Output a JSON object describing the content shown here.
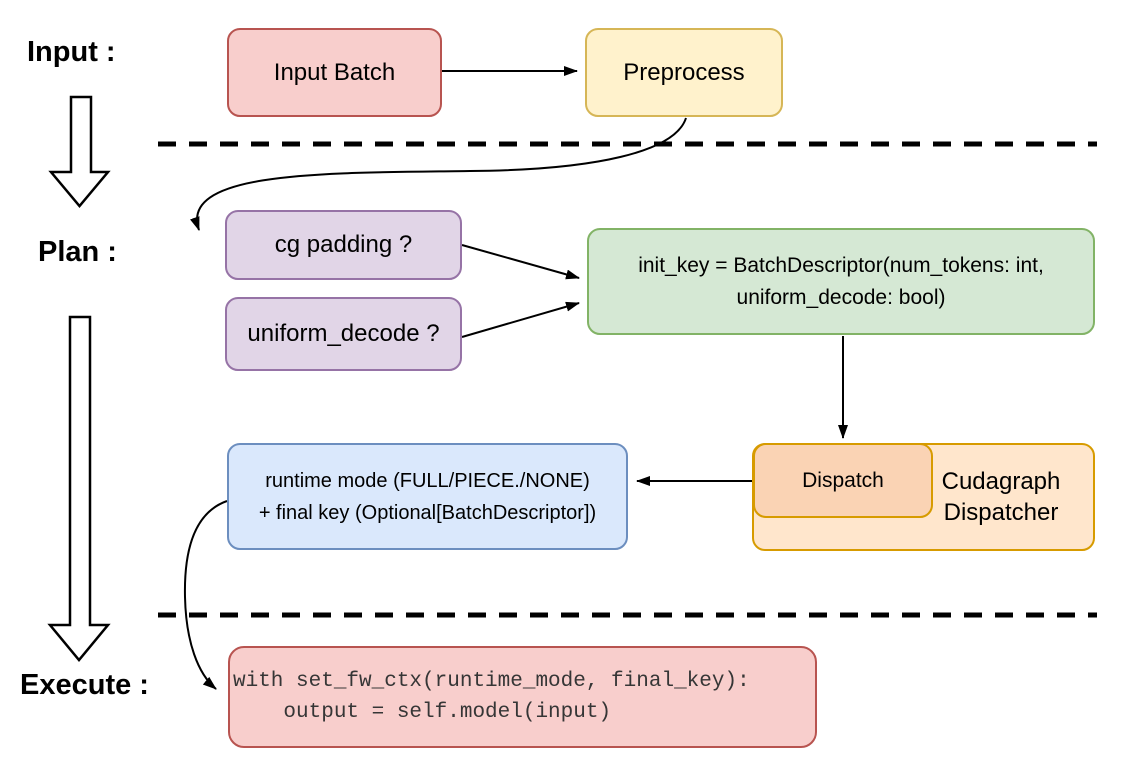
{
  "title": "Cudagraph dispatching flow diagram",
  "stages": {
    "input": "Input :",
    "plan": "Plan :",
    "execute": "Execute :"
  },
  "nodes": {
    "input_batch": {
      "label": "Input Batch",
      "fill": "#F8CECC",
      "stroke": "#B85450"
    },
    "preprocess": {
      "label": "Preprocess",
      "fill": "#FFF2CC",
      "stroke": "#D6B656"
    },
    "cg_padding": {
      "label": "cg padding ?",
      "fill": "#E1D5E7",
      "stroke": "#9673A6"
    },
    "uniform_decode": {
      "label": "uniform_decode ?",
      "fill": "#E1D5E7",
      "stroke": "#9673A6"
    },
    "init_key": {
      "line1": "init_key = BatchDescriptor(num_tokens: int,",
      "line2": "uniform_decode: bool)",
      "fill": "#D5E8D4",
      "stroke": "#82B366"
    },
    "dispatch": {
      "label": "Dispatch",
      "fill": "#FAD3B4",
      "stroke": "#D79B00"
    },
    "cudagraph_dispatcher": {
      "label": "Cudagraph Dispatcher",
      "fill": "#FFE6CC",
      "stroke": "#D79B00"
    },
    "runtime_key": {
      "line1": "runtime mode (FULL/PIECE./NONE)",
      "line2": "+ final key (Optional[BatchDescriptor])",
      "fill": "#DAE8FC",
      "stroke": "#6C8EBF"
    },
    "execute_code": {
      "line1": "with set_fw_ctx(runtime_mode, final_key):",
      "line2": "    output = self.model(input)",
      "fill": "#F8CECC",
      "stroke": "#B85450"
    }
  },
  "edges": [
    {
      "from": "input_batch",
      "to": "preprocess",
      "style": "straight-arrow"
    },
    {
      "from": "preprocess",
      "to": "cg_padding",
      "style": "curved-arrow"
    },
    {
      "from": "cg_padding",
      "to": "init_key",
      "style": "straight-arrow"
    },
    {
      "from": "uniform_decode",
      "to": "init_key",
      "style": "straight-arrow"
    },
    {
      "from": "init_key",
      "to": "dispatch",
      "style": "straight-arrow"
    },
    {
      "from": "dispatch",
      "to": "runtime_key",
      "style": "straight-arrow"
    },
    {
      "from": "runtime_key",
      "to": "execute_code",
      "style": "curved-arrow"
    }
  ],
  "separators": [
    {
      "between": "input-and-plan",
      "style": "dashed"
    },
    {
      "between": "plan-and-execute",
      "style": "dashed"
    }
  ]
}
